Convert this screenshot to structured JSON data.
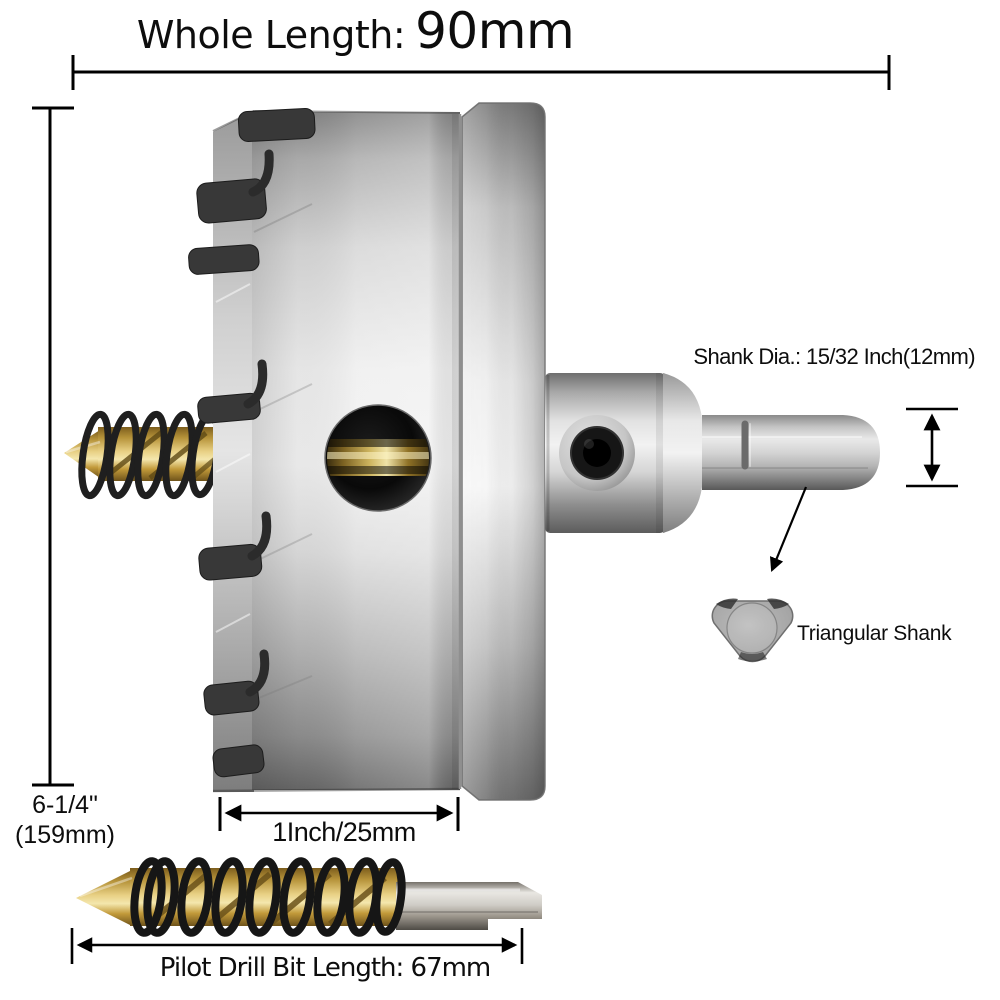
{
  "page": {
    "background": "#ffffff",
    "description": "dimension-diagram"
  },
  "annotations": {
    "whole_length": {
      "label": "Whole Length:",
      "value": "90mm"
    },
    "shank_diameter": {
      "label": "Shank Dia.: 15/32 Inch(12mm)"
    },
    "triangular_shank": {
      "label": "Triangular Shank"
    },
    "overall_height": {
      "inches": "6-1/4\"",
      "millimeters": "(159mm)"
    },
    "cutting_depth": {
      "label": "1Inch/25mm"
    },
    "pilot_drill_length": {
      "label": "Pilot Drill Bit Length: 67mm"
    }
  },
  "parts": [
    "hole-saw-body",
    "carbide-teeth",
    "pilot-drill-with-spring",
    "arbor-collar-set-screw",
    "triangular-shank",
    "pilot-drill-bit"
  ],
  "colors": {
    "dimension_line": "#000000",
    "text": "#0d0d0d",
    "steel_light": "#f2f2f2",
    "steel_mid": "#bdbdbd",
    "steel_dark": "#6d6d6d",
    "carbide_tip": "#383838",
    "titanium_gold": "#cdb45e",
    "spring_black": "#1f1f1f"
  }
}
